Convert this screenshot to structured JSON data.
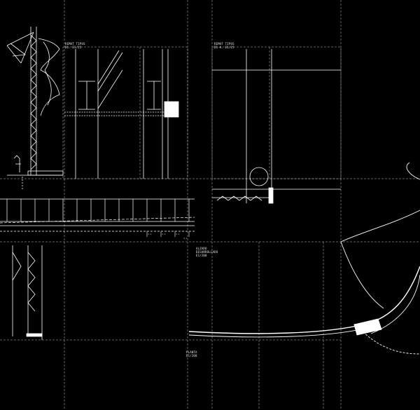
{
  "labels": {
    "remat_a_title": "REMAT TIPUS",
    "remat_a_scale": "D1. E1/25",
    "remat_b_title": "REMAT TIPUS",
    "remat_b_scale": "D1-A. E1/25",
    "alzado_title": "ALZADO",
    "alzado_sub": "DESARROLLADO",
    "alzado_scale": "E1/200",
    "planta_title": "PLANTA",
    "planta_scale": "E1/200"
  },
  "dimensions": [
    "4.1",
    "4.1",
    "4.1",
    "4.1"
  ],
  "colors": {
    "background": "#000000",
    "line": "#ffffff",
    "dash": "#bfbfbf"
  }
}
